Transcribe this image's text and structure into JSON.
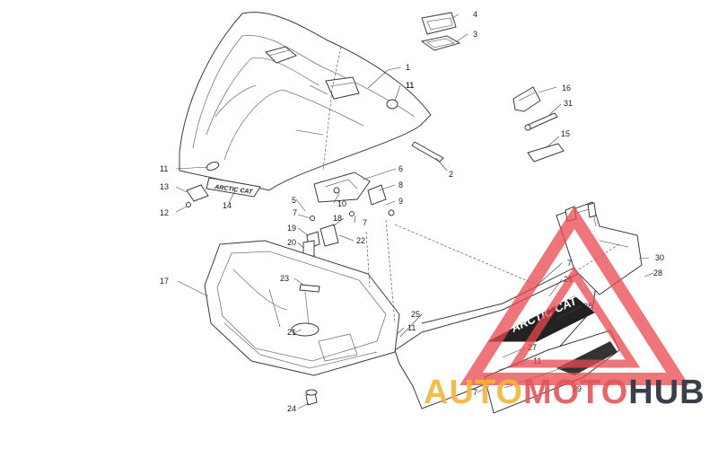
{
  "diagram": {
    "decals": {
      "small": "ARCTIC CAT",
      "side": "ARCTIC CAT"
    },
    "callouts": [
      {
        "n": "1"
      },
      {
        "n": "2"
      },
      {
        "n": "3"
      },
      {
        "n": "4"
      },
      {
        "n": "5"
      },
      {
        "n": "6"
      },
      {
        "n": "7"
      },
      {
        "n": "7"
      },
      {
        "n": "7"
      },
      {
        "n": "7"
      },
      {
        "n": "8"
      },
      {
        "n": "9"
      },
      {
        "n": "10"
      },
      {
        "n": "11"
      },
      {
        "n": "11"
      },
      {
        "n": "11"
      },
      {
        "n": "11"
      },
      {
        "n": "12"
      },
      {
        "n": "13"
      },
      {
        "n": "14"
      },
      {
        "n": "15"
      },
      {
        "n": "16"
      },
      {
        "n": "17"
      },
      {
        "n": "18"
      },
      {
        "n": "19"
      },
      {
        "n": "20"
      },
      {
        "n": "21"
      },
      {
        "n": "22"
      },
      {
        "n": "23"
      },
      {
        "n": "24"
      },
      {
        "n": "25"
      },
      {
        "n": "26"
      },
      {
        "n": "27"
      },
      {
        "n": "28"
      },
      {
        "n": "28"
      },
      {
        "n": "29"
      },
      {
        "n": "30"
      },
      {
        "n": "31"
      },
      {
        "n": "11"
      }
    ]
  },
  "watermark": {
    "word_a": "AUTO",
    "word_b": "MOTO",
    "word_c": "HUB",
    "color_a": "#f2b53a",
    "color_b": "#e2545a",
    "color_c": "#3b3f4a",
    "triangle_color": "#e8484f"
  }
}
